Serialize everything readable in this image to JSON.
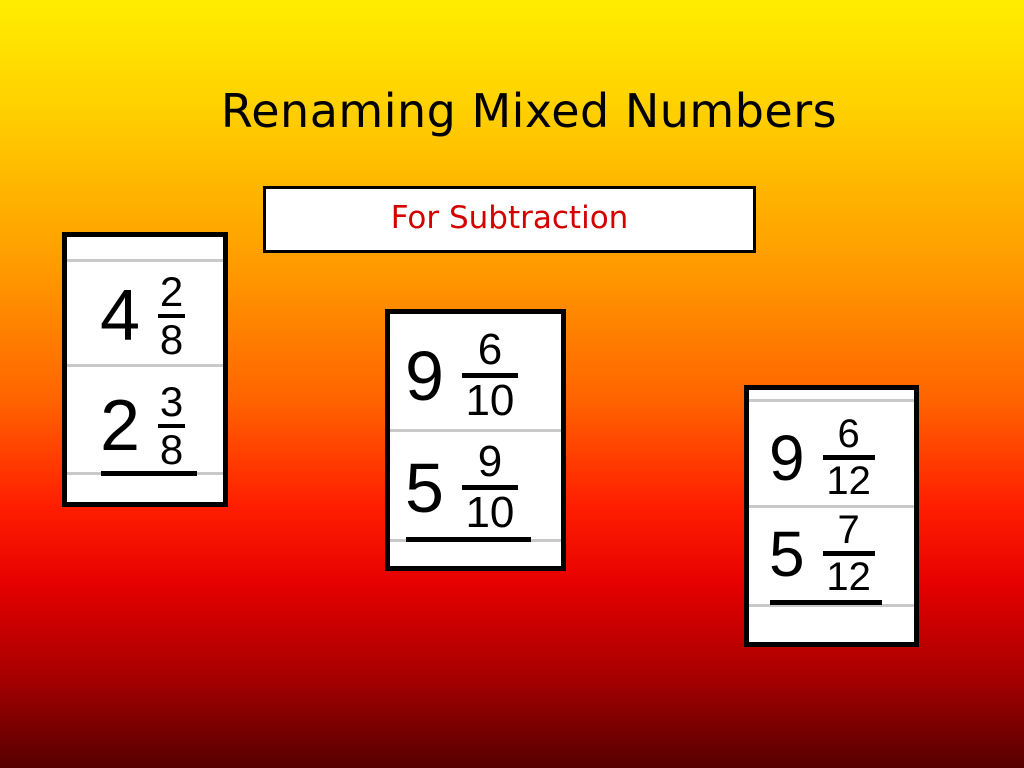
{
  "slide": {
    "title": "Renaming Mixed Numbers",
    "subtitle": "For Subtraction"
  },
  "problems": [
    {
      "top": {
        "whole": "4",
        "numerator": "2",
        "denominator": "8"
      },
      "bottom": {
        "whole": "2",
        "numerator": "3",
        "denominator": "8"
      }
    },
    {
      "top": {
        "whole": "9",
        "numerator": "6",
        "denominator": "10"
      },
      "bottom": {
        "whole": "5",
        "numerator": "9",
        "denominator": "10"
      }
    },
    {
      "top": {
        "whole": "9",
        "numerator": "6",
        "denominator": "12"
      },
      "bottom": {
        "whole": "5",
        "numerator": "7",
        "denominator": "12"
      }
    }
  ],
  "colors": {
    "title_text": "#000000",
    "subtitle_text": "#d40000",
    "card_border": "#000000",
    "card_fill": "#ffffff",
    "rule_line": "#c9c9c9"
  }
}
